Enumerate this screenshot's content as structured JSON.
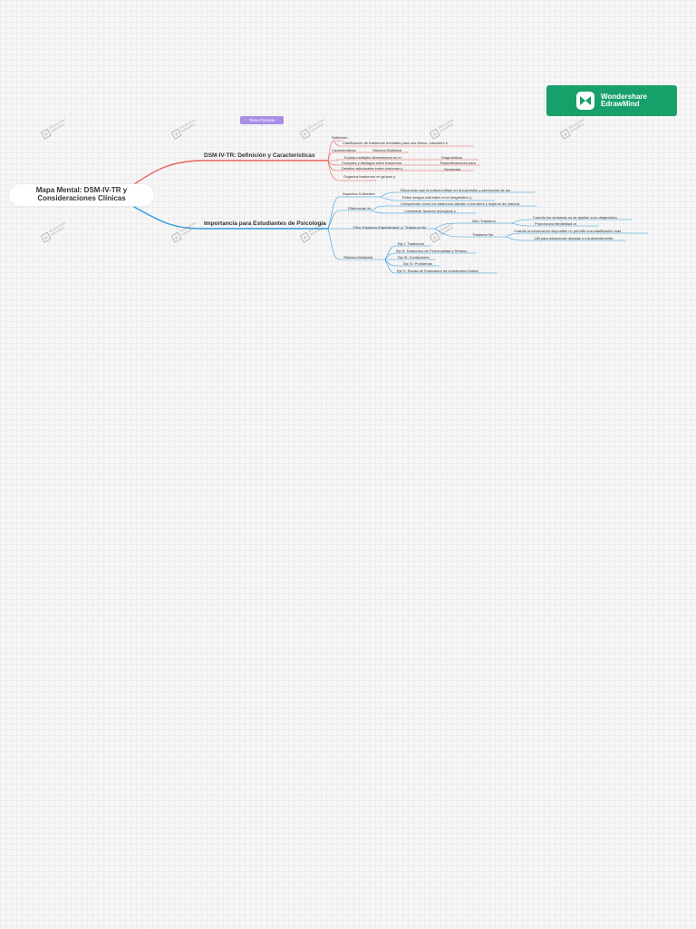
{
  "brand": {
    "name": "Wondershare\nEdrawMind",
    "icon": "edrawmind-logo-icon"
  },
  "watermark": {
    "text": "Wondershare\nEdrawMind",
    "icon": "edrawmind-mark-icon"
  },
  "floating_topic": "Tema Flotante",
  "colors": {
    "branch1": "#e8615a",
    "branch2": "#2f9bde",
    "floating": "#a98ee8",
    "brand": "#18a06a"
  },
  "root": "Mapa Mental: DSM-IV-TR y Consideraciones Clínicas",
  "branch1": {
    "title": "DSM-IV-TR: Definición y Características",
    "definicion": "Definición",
    "definicion_text": "Clasificación de trastornos mentales para uso clínico, educativo e",
    "caracteristicas": "Características",
    "sistema_multiaxial": "Sistema Multiaxial",
    "evalua": "Evalúa múltiples dimensiones en el",
    "diagnosticos": "Diagnósticos",
    "compara": "Compara y distingue entre trastornos",
    "especificaciones": "Especificaciones para",
    "detalles": "Detalles adicionales sobre síntomas y",
    "severidad": "Severidad",
    "organiza": "Organiza trastornos en grupos y"
  },
  "branch2": {
    "title": "Importancia para Estudiantes de Psicología",
    "aspectos": "Aspectos Culturales",
    "reconocer": "Reconocer que la cultura influye en la expresión y percepción de los",
    "evitar": "Evitar sesgos culturales en el diagnóstico y",
    "diferencias": "Diferencias de",
    "comprender": "Comprender cómo los trastornos afectan a hombres y mujeres de manera",
    "considerar": "Considerar factores biológicos y",
    "otro_especificado": "\"Otro Trastorno Especificado\" y \"Trastorno No",
    "otro_trastorno": "Otro Trastorno",
    "cuando_sintomas": "Cuando los síntomas no se ajustan a un diagnóstico",
    "proporciona": "Proporciona flexibilidad al",
    "trastorno_no": "Trastorno No",
    "cuando_informacion": "Cuando la información disponible no permite una clasificación más",
    "util": "Útil para situaciones atípicas o insuficientemente",
    "sistema_multiaxial": "Sistema Multiaxial",
    "eje1": "Eje I: Trastornos",
    "eje2": "Eje II: Trastornos de Personalidad y Retraso",
    "eje3": "Eje III: Condiciones",
    "eje4": "Eje IV: Problemas",
    "eje5": "Eje V: Escala de Evaluación de la Actividad Global"
  }
}
